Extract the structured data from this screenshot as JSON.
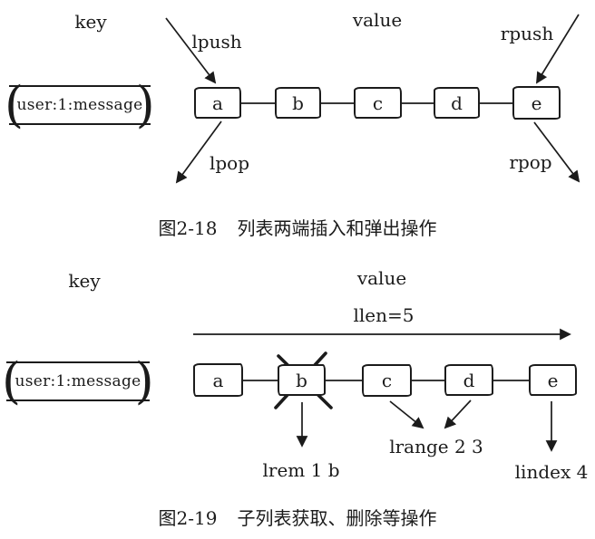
{
  "colors": {
    "ink": "#1b1b1b",
    "background": "#ffffff"
  },
  "figure1": {
    "key_label": "key",
    "value_label": "value",
    "lpush_label": "lpush",
    "rpush_label": "rpush",
    "lpop_label": "lpop",
    "rpop_label": "rpop",
    "key_box": "user:1:message",
    "nodes": [
      "a",
      "b",
      "c",
      "d",
      "e"
    ],
    "caption_prefix": "图2-18",
    "caption_text": "列表两端插入和弹出操作"
  },
  "figure2": {
    "key_label": "key",
    "value_label": "value",
    "llen_label": "llen=5",
    "key_box": "user:1:message",
    "nodes": [
      "a",
      "b",
      "c",
      "d",
      "e"
    ],
    "lrem_label": "lrem 1 b",
    "lrange_label": "lrange 2 3",
    "lindex_label": "lindex 4",
    "caption_prefix": "图2-19",
    "caption_text": "子列表获取、删除等操作"
  }
}
